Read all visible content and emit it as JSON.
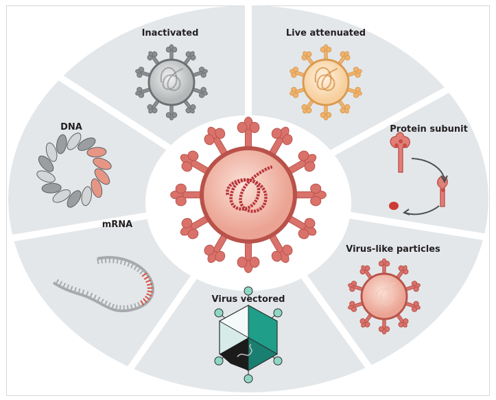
{
  "labels": {
    "inactivated": "Inactivated",
    "live_attenuated": "Live attenuated",
    "dna": "DNA",
    "protein_subunit": "Protein subunit",
    "mrna": "mRNA",
    "virus_vectored": "Virus vectored",
    "virus_like_particles": "Virus-like particles"
  },
  "colors": {
    "segment": "#e3e7ea",
    "pathogen_red": "#d9726b",
    "inactivated_grey": "#8c8f91",
    "live_orange": "#f0b36e",
    "teal": "#1f9e8a"
  }
}
